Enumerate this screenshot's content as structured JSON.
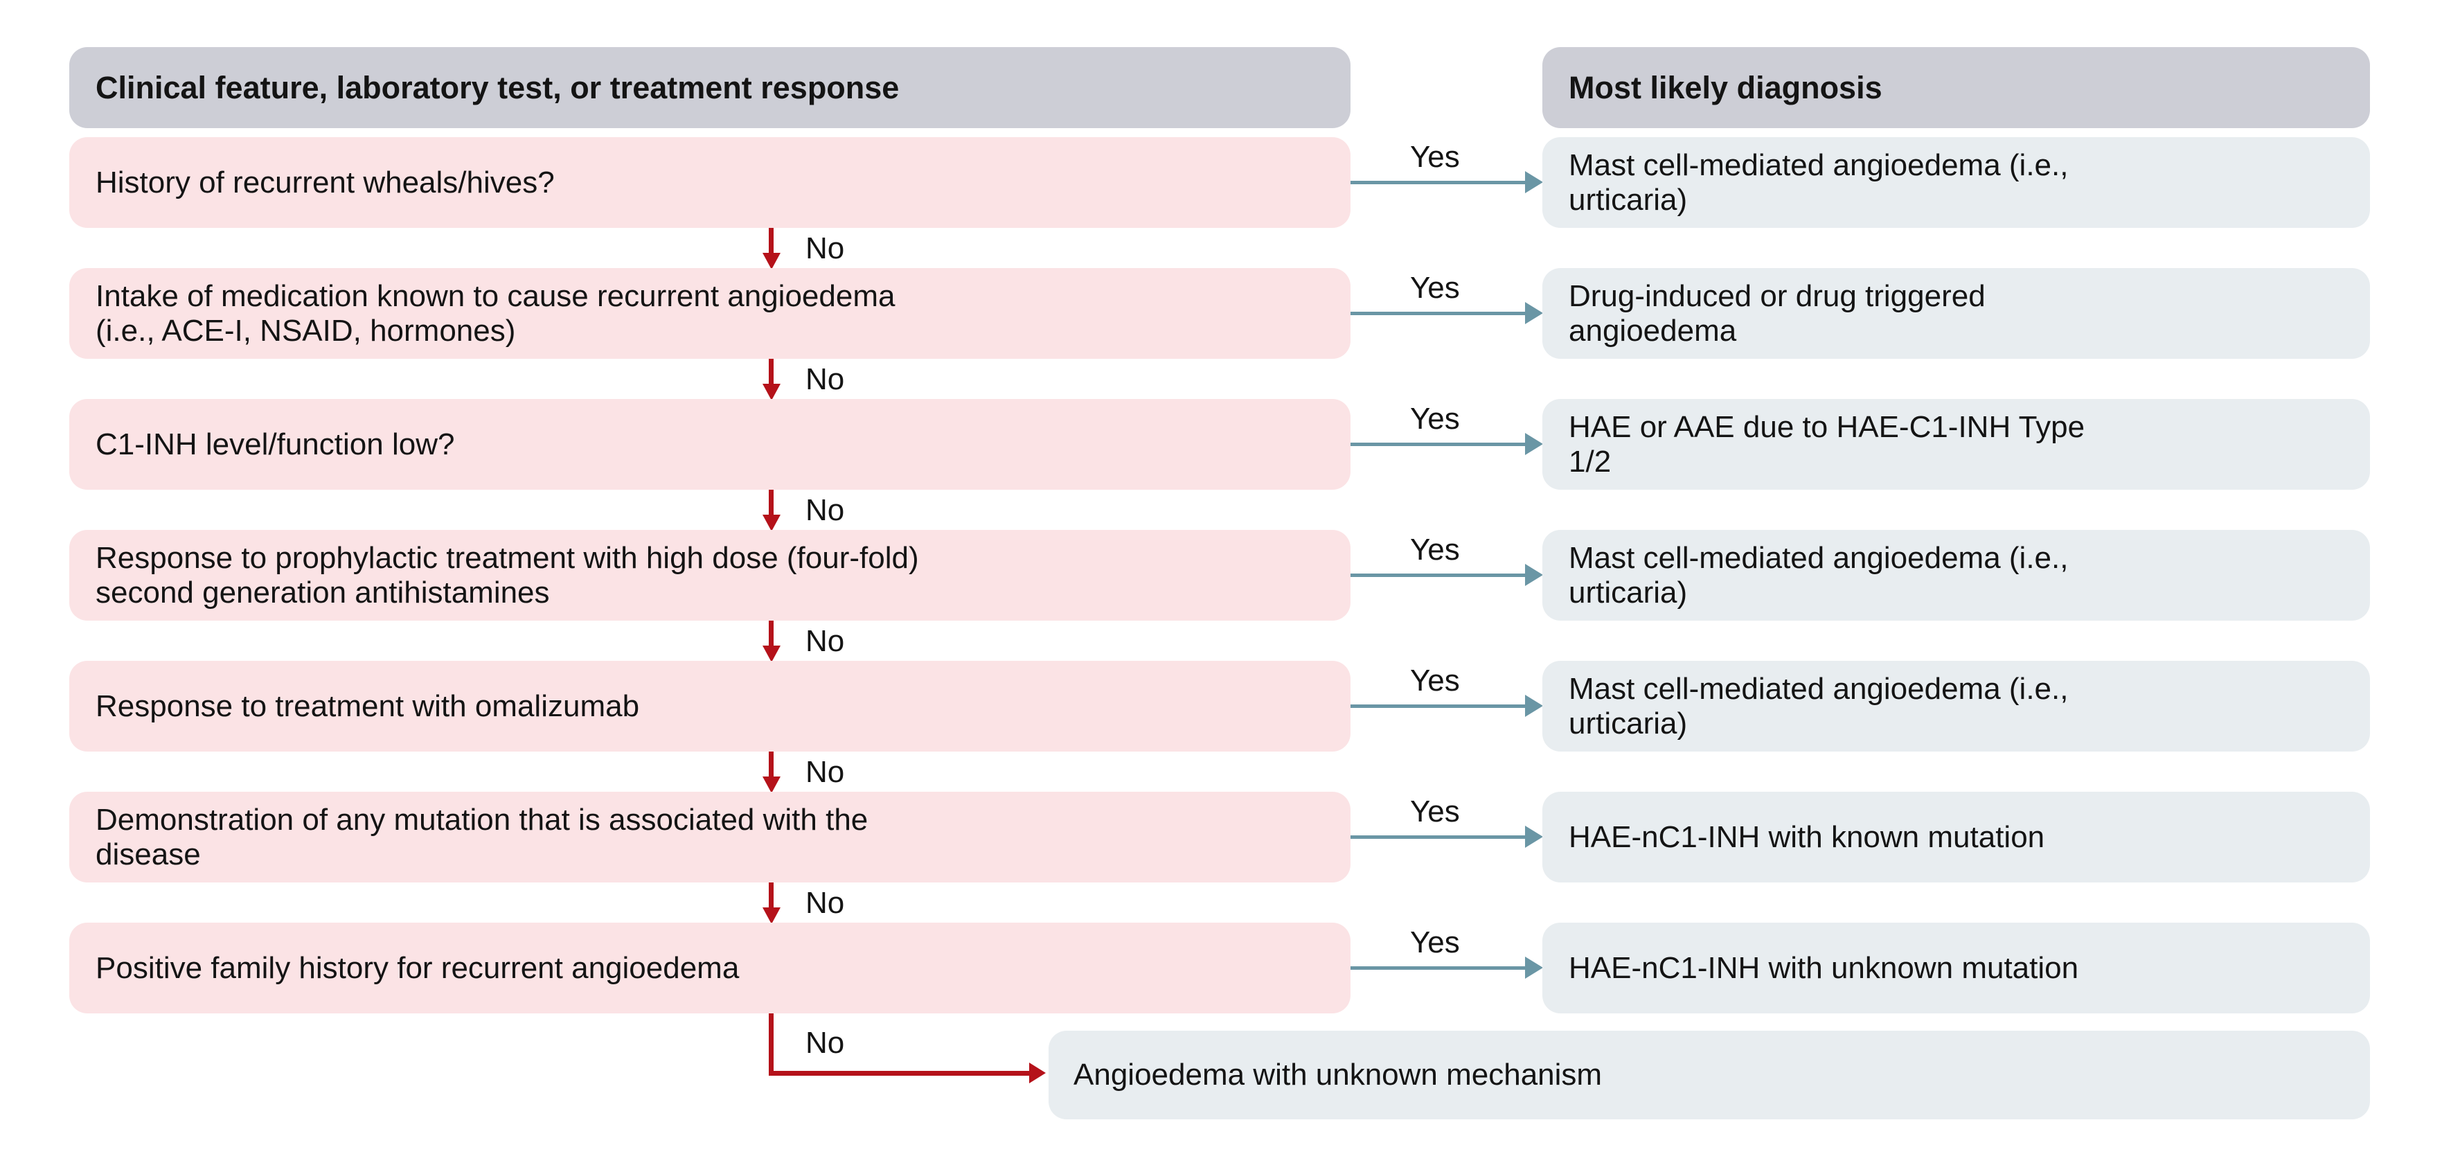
{
  "columns": {
    "left_header": "Clinical feature, laboratory test, or treatment response",
    "right_header": "Most likely diagnosis"
  },
  "labels": {
    "yes": "Yes",
    "no": "No"
  },
  "rows": [
    {
      "feature": "History of recurrent wheals/hives?",
      "diagnosis": "Mast cell-mediated angioedema (i.e.,\nurticaria)"
    },
    {
      "feature": "Intake of medication known to cause recurrent angioedema\n(i.e., ACE-I, NSAID, hormones)",
      "diagnosis": "Drug-induced or drug triggered\nangioedema"
    },
    {
      "feature": "C1-INH level/function low?",
      "diagnosis": "HAE or AAE due to HAE-C1-INH Type\n1/2"
    },
    {
      "feature": "Response to prophylactic treatment with high dose (four-fold)\nsecond generation antihistamines",
      "diagnosis": "Mast cell-mediated angioedema (i.e.,\nurticaria)"
    },
    {
      "feature": "Response to treatment with omalizumab",
      "diagnosis": "Mast cell-mediated angioedema (i.e.,\nurticaria)"
    },
    {
      "feature": "Demonstration of any mutation that is associated with the\ndisease",
      "diagnosis": "HAE-nC1-INH with known mutation"
    },
    {
      "feature": "Positive family history for recurrent angioedema",
      "diagnosis": "HAE-nC1-INH with unknown mutation"
    }
  ],
  "final": {
    "label": "No",
    "diagnosis": "Angioedema with unknown mechanism"
  },
  "colors": {
    "feature_box": "#fbe3e5",
    "diagnosis_box": "#e8edf0",
    "header_box": "#cdced6",
    "no_arrow": "#b5121a",
    "yes_arrow": "#6a96a5",
    "text": "#141414",
    "background": "#ffffff"
  }
}
